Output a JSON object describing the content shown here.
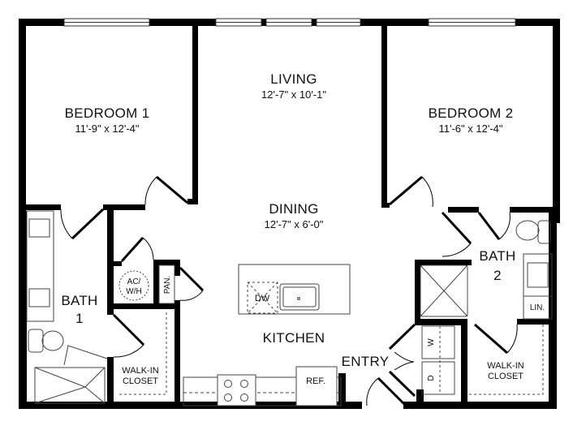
{
  "floor_plan": {
    "colors": {
      "wall": "#000000",
      "fixture": "#555555",
      "background": "#ffffff",
      "text": "#111111"
    },
    "rooms": {
      "bedroom1": {
        "name": "BEDROOM 1",
        "dimensions": "11'-9\" x 12'-4\""
      },
      "living": {
        "name": "LIVING",
        "dimensions": "12'-7\" x 10'-1\""
      },
      "bedroom2": {
        "name": "BEDROOM 2",
        "dimensions": "11'-6\" x 12'-4\""
      },
      "dining": {
        "name": "DINING",
        "dimensions": "12'-7\" x 6'-0\""
      },
      "bath1": {
        "line1": "BATH",
        "line2": "1"
      },
      "bath2": {
        "line1": "BATH",
        "line2": "2"
      },
      "kitchen": {
        "name": "KITCHEN"
      },
      "entry": {
        "name": "ENTRY"
      },
      "walkin1": {
        "line1": "WALK-IN",
        "line2": "CLOSET"
      },
      "walkin2": {
        "line1": "WALK-IN",
        "line2": "CLOSET"
      }
    },
    "fixtures": {
      "ac_wh": {
        "line1": "AC/",
        "line2": "W/H"
      },
      "pantry": "PAN.",
      "dishwasher": "DW",
      "refrigerator": "REF.",
      "linen": "LIN.",
      "washer": "W",
      "dryer": "D"
    }
  }
}
